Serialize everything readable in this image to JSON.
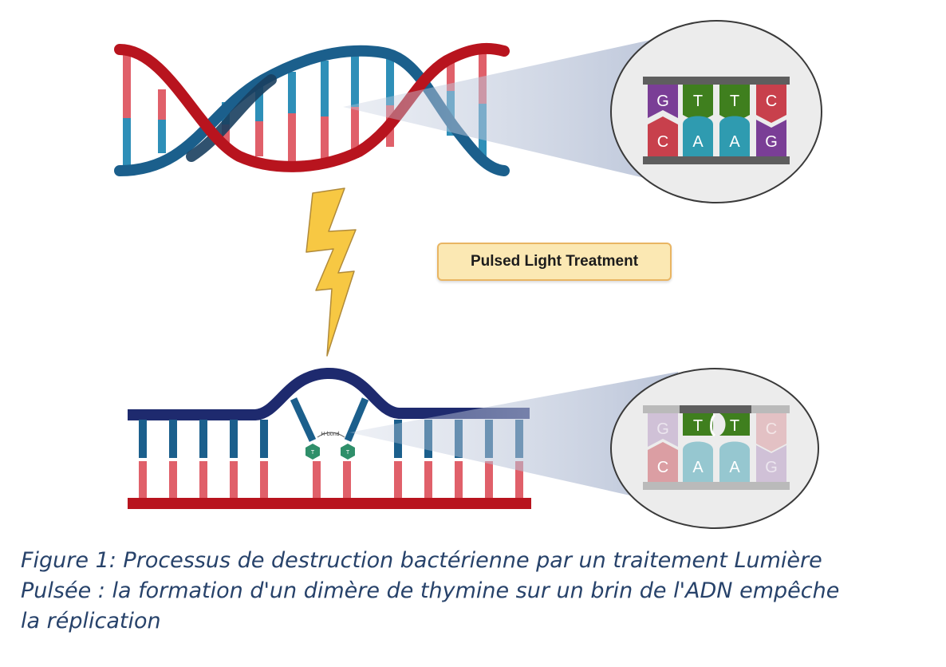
{
  "treatment_label": "Pulsed Light Treatment",
  "hbond_label": "H-bond",
  "top_zoom": {
    "upper_strand": [
      "G",
      "T",
      "T",
      "C"
    ],
    "lower_strand": [
      "C",
      "A",
      "A",
      "G"
    ]
  },
  "bottom_zoom": {
    "upper_strand": [
      "G",
      "T",
      "T",
      "C"
    ],
    "lower_strand": [
      "C",
      "A",
      "A",
      "G"
    ]
  },
  "dimer_bases": [
    "T",
    "T"
  ],
  "caption": {
    "line1": "Figure 1: Processus de destruction bactérienne par un traitement Lumière",
    "line2": "Pulsée : la formation d'un dimère de thymine sur un brin de l'ADN empêche",
    "line3": "la réplication"
  },
  "colors": {
    "red_strand": "#b8141e",
    "blue_strand": "#1b5f8c",
    "navy_strand": "#1e2a6e",
    "rung_red": "#e0606a",
    "rung_blue": "#2e8fb8",
    "base_G": "#7a3e96",
    "base_T": "#3f7f1e",
    "base_C": "#c8404c",
    "base_A": "#2f9bb0",
    "lightning": "#f7c843",
    "caption": "#27426a"
  }
}
